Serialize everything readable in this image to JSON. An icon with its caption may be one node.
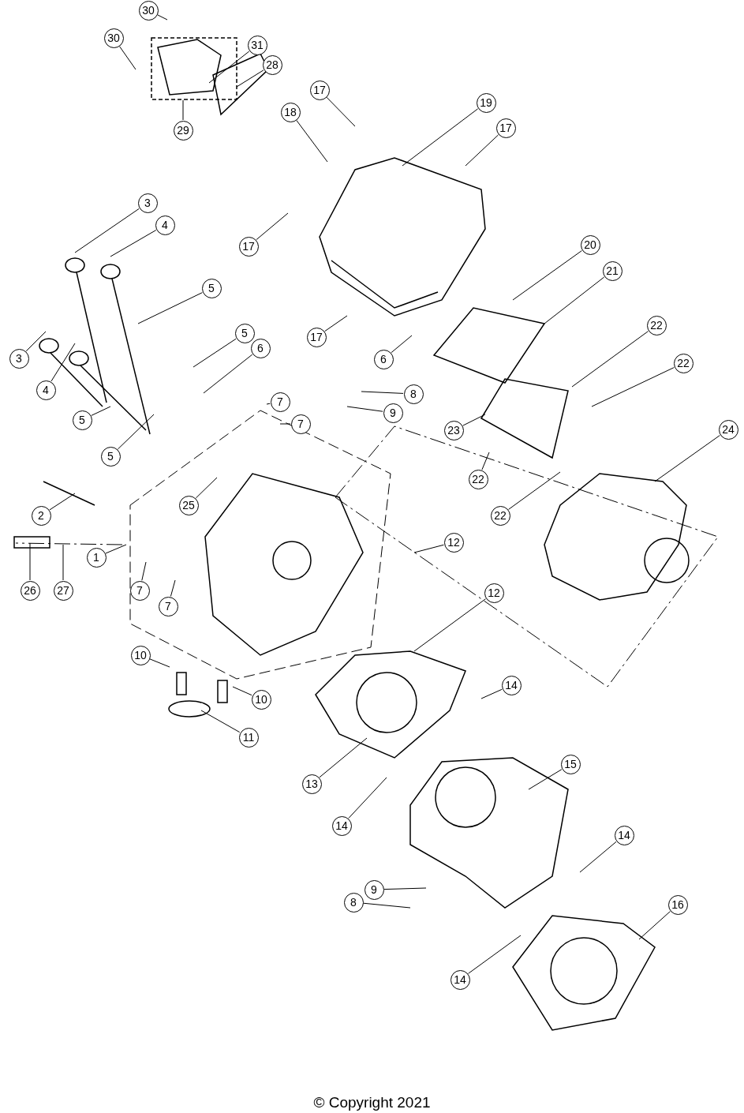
{
  "diagram": {
    "caption": "© Copyright 2021",
    "nodes": [
      {
        "text": [
          "30"
        ]
      },
      {
        "text": [
          "30"
        ]
      },
      {
        "text": [
          "31"
        ]
      },
      {
        "text": [
          "28"
        ]
      },
      {
        "text": [
          "29"
        ]
      },
      {
        "text": [
          "17"
        ]
      },
      {
        "text": [
          "18"
        ]
      },
      {
        "text": [
          "19"
        ]
      },
      {
        "text": [
          "17"
        ]
      },
      {
        "text": [
          "3"
        ]
      },
      {
        "text": [
          "4"
        ]
      },
      {
        "text": [
          "17"
        ]
      },
      {
        "text": [
          "20"
        ]
      },
      {
        "text": [
          "21"
        ]
      },
      {
        "text": [
          "5"
        ]
      },
      {
        "text": [
          "22"
        ]
      },
      {
        "text": [
          "5"
        ]
      },
      {
        "text": [
          "6"
        ]
      },
      {
        "text": [
          "17"
        ]
      },
      {
        "text": [
          "3"
        ]
      },
      {
        "text": [
          "6"
        ]
      },
      {
        "text": [
          "22"
        ]
      },
      {
        "text": [
          "4"
        ]
      },
      {
        "text": [
          "8"
        ]
      },
      {
        "text": [
          "7"
        ]
      },
      {
        "text": [
          "9"
        ]
      },
      {
        "text": [
          "7"
        ]
      },
      {
        "text": [
          "5"
        ]
      },
      {
        "text": [
          "23"
        ]
      },
      {
        "text": [
          "24"
        ]
      },
      {
        "text": [
          "5"
        ]
      },
      {
        "text": [
          "22"
        ]
      },
      {
        "text": [
          "25"
        ]
      },
      {
        "text": [
          "22"
        ]
      },
      {
        "text": [
          "2"
        ]
      },
      {
        "text": [
          "12"
        ]
      },
      {
        "text": [
          "1"
        ]
      },
      {
        "text": [
          "26"
        ]
      },
      {
        "text": [
          "27"
        ]
      },
      {
        "text": [
          "7"
        ]
      },
      {
        "text": [
          "7"
        ]
      },
      {
        "text": [
          "12"
        ]
      },
      {
        "text": [
          "10"
        ]
      },
      {
        "text": [
          "14"
        ]
      },
      {
        "text": [
          "10"
        ]
      },
      {
        "text": [
          "15"
        ]
      },
      {
        "text": [
          "11"
        ]
      },
      {
        "text": [
          "13"
        ]
      },
      {
        "text": [
          "14"
        ]
      },
      {
        "text": [
          "14"
        ]
      },
      {
        "text": [
          "9"
        ]
      },
      {
        "text": [
          "16"
        ]
      },
      {
        "text": [
          "8"
        ]
      },
      {
        "text": [
          "14"
        ]
      }
    ],
    "edges": [
      {
        "from": 0,
        "to": null,
        "arrow": "none"
      },
      {
        "from": 1,
        "to": null,
        "arrow": "none"
      },
      {
        "from": 2,
        "to": null,
        "arrow": "none"
      },
      {
        "from": 3,
        "to": null,
        "arrow": "none"
      },
      {
        "from": 4,
        "to": null,
        "arrow": "none"
      },
      {
        "from": 5,
        "to": null,
        "arrow": "none"
      },
      {
        "from": 6,
        "to": null,
        "arrow": "none"
      },
      {
        "from": 7,
        "to": null,
        "arrow": "none"
      },
      {
        "from": 8,
        "to": null,
        "arrow": "none"
      },
      {
        "from": 9,
        "to": null,
        "arrow": "none"
      },
      {
        "from": 10,
        "to": null,
        "arrow": "none"
      },
      {
        "from": 11,
        "to": null,
        "arrow": "none"
      },
      {
        "from": 12,
        "to": null,
        "arrow": "none"
      },
      {
        "from": 13,
        "to": null,
        "arrow": "none"
      },
      {
        "from": 14,
        "to": null,
        "arrow": "none"
      },
      {
        "from": 15,
        "to": null,
        "arrow": "none"
      },
      {
        "from": 16,
        "to": null,
        "arrow": "none"
      },
      {
        "from": 17,
        "to": null,
        "arrow": "none"
      },
      {
        "from": 18,
        "to": null,
        "arrow": "none"
      },
      {
        "from": 19,
        "to": null,
        "arrow": "none"
      },
      {
        "from": 20,
        "to": null,
        "arrow": "none"
      },
      {
        "from": 21,
        "to": null,
        "arrow": "none"
      },
      {
        "from": 22,
        "to": null,
        "arrow": "none"
      },
      {
        "from": 23,
        "to": null,
        "arrow": "none"
      },
      {
        "from": 24,
        "to": null,
        "arrow": "none"
      },
      {
        "from": 25,
        "to": null,
        "arrow": "none"
      },
      {
        "from": 26,
        "to": null,
        "arrow": "none"
      },
      {
        "from": 27,
        "to": null,
        "arrow": "none"
      },
      {
        "from": 28,
        "to": null,
        "arrow": "none"
      },
      {
        "from": 29,
        "to": null,
        "arrow": "none"
      },
      {
        "from": 30,
        "to": null,
        "arrow": "none"
      },
      {
        "from": 31,
        "to": null,
        "arrow": "none"
      },
      {
        "from": 32,
        "to": null,
        "arrow": "none"
      },
      {
        "from": 33,
        "to": null,
        "arrow": "none"
      },
      {
        "from": 34,
        "to": null,
        "arrow": "none"
      },
      {
        "from": 35,
        "to": null,
        "arrow": "none"
      },
      {
        "from": 36,
        "to": null,
        "arrow": "none"
      },
      {
        "from": 37,
        "to": null,
        "arrow": "none"
      },
      {
        "from": 38,
        "to": null,
        "arrow": "none"
      },
      {
        "from": 39,
        "to": null,
        "arrow": "none"
      },
      {
        "from": 40,
        "to": null,
        "arrow": "none"
      },
      {
        "from": 41,
        "to": null,
        "arrow": "none"
      },
      {
        "from": 42,
        "to": null,
        "arrow": "none"
      },
      {
        "from": 43,
        "to": null,
        "arrow": "none"
      },
      {
        "from": 44,
        "to": null,
        "arrow": "none"
      },
      {
        "from": 45,
        "to": null,
        "arrow": "none"
      },
      {
        "from": 46,
        "to": null,
        "arrow": "none"
      },
      {
        "from": 47,
        "to": null,
        "arrow": "none"
      },
      {
        "from": 48,
        "to": null,
        "arrow": "none"
      },
      {
        "from": 49,
        "to": null,
        "arrow": "none"
      },
      {
        "from": 50,
        "to": null,
        "arrow": "none"
      },
      {
        "from": 51,
        "to": null,
        "arrow": "none"
      },
      {
        "from": 52,
        "to": null,
        "arrow": "none"
      },
      {
        "from": 53,
        "to": null,
        "arrow": "none"
      }
    ]
  }
}
